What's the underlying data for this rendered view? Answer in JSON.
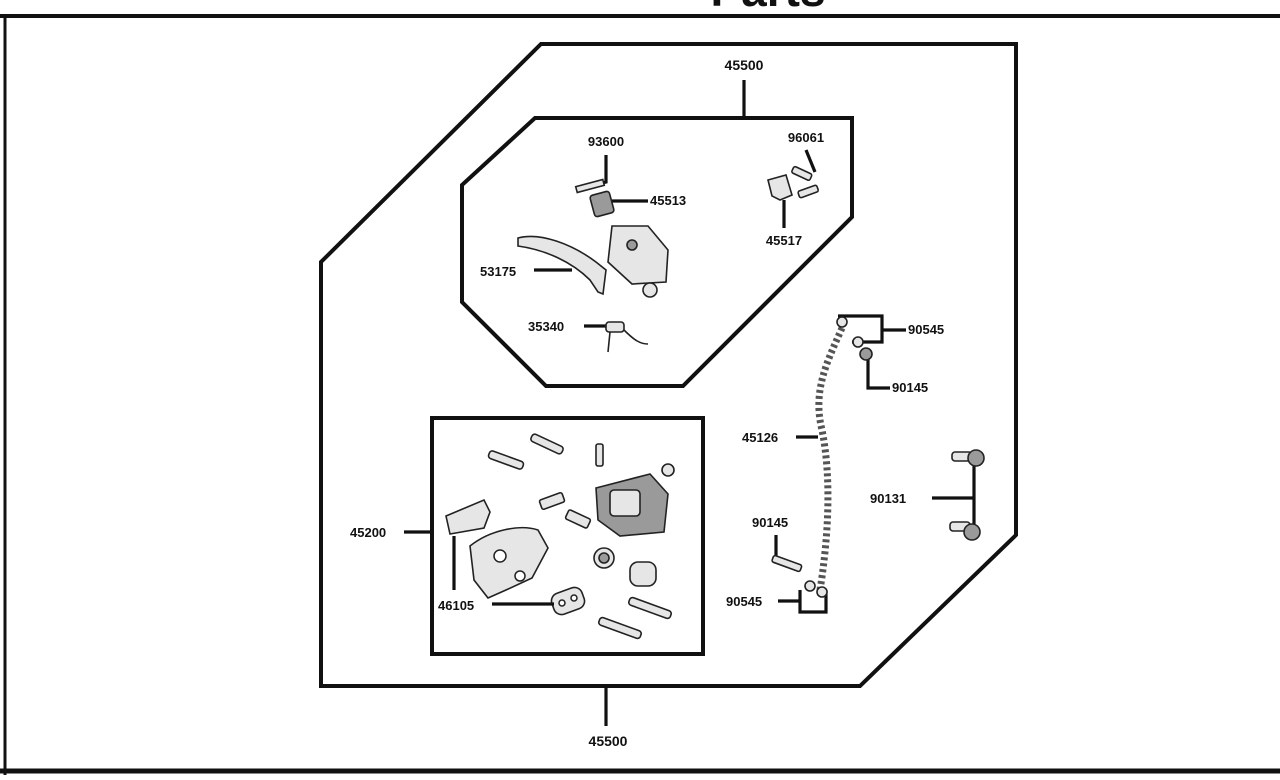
{
  "page": {
    "title": "Parts"
  },
  "labels": {
    "assembly_top": "45500",
    "assembly_bottom": "45500",
    "p93600": "93600",
    "p96061": "96061",
    "p45513": "45513",
    "p45517": "45517",
    "p53175": "53175",
    "p35340": "35340",
    "p90545_upper": "90545",
    "p90145_upper": "90145",
    "p45126": "45126",
    "p90131": "90131",
    "p90145_lower": "90145",
    "p90545_lower": "90545",
    "p45200": "45200",
    "p46105": "46105"
  },
  "colors": {
    "line": "#111111",
    "part_fill": "#e6e6e6",
    "part_dark": "#9a9a9a",
    "background": "#ffffff"
  }
}
